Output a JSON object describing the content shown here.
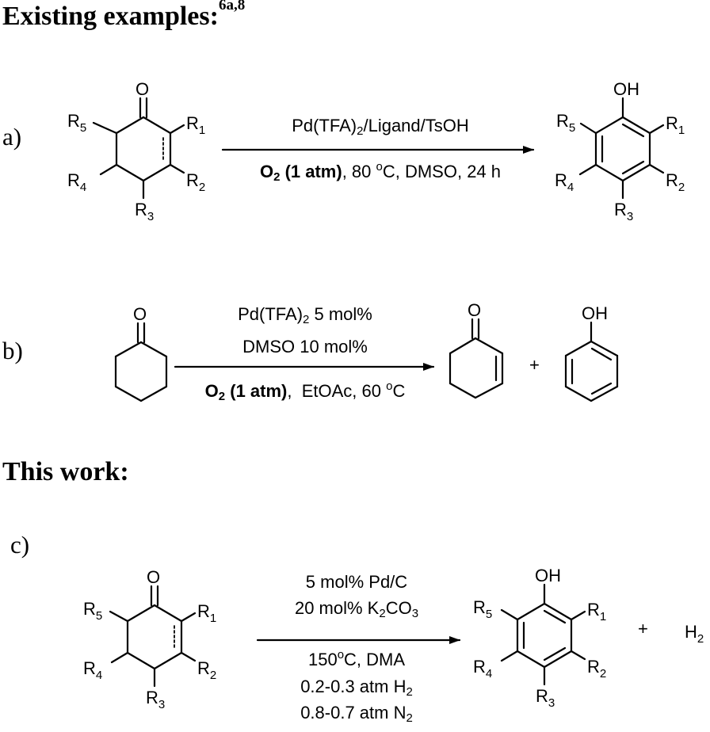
{
  "sections": {
    "existing": {
      "title": "Existing examples:",
      "ref": "6a,8"
    },
    "this_work": {
      "title": "This work:"
    }
  },
  "reactions": {
    "a": {
      "label": "a)",
      "conditions_above": {
        "text1": "Pd(TFA)",
        "sub1": "2",
        "text2": "/Ligand/TsOH"
      },
      "conditions_below": {
        "bold_text": "O",
        "bold_sub": "2",
        "bold_text2": " (1 atm)",
        "text": ", 80 ",
        "deg": "o",
        "text2": "C, DMSO, 24 h"
      },
      "reactant": {
        "name": "substituted cyclohexanone/cyclohexenone",
        "oxygen": "O",
        "substituents": [
          "R",
          "R",
          "R",
          "R",
          "R"
        ],
        "indices": [
          "1",
          "2",
          "3",
          "4",
          "5"
        ]
      },
      "product": {
        "name": "substituted phenol",
        "hydroxyl": "OH",
        "substituents": [
          "R",
          "R",
          "R",
          "R",
          "R"
        ],
        "indices": [
          "1",
          "2",
          "3",
          "4",
          "5"
        ]
      }
    },
    "b": {
      "label": "b)",
      "conditions_above": [
        {
          "text1": "Pd(TFA)",
          "sub1": "2",
          "text2": " 5 mol%"
        },
        {
          "text1": "DMSO 10 mol%"
        }
      ],
      "conditions_below": {
        "bold_text": "O",
        "bold_sub": "2",
        "bold_text2": " (1 atm)",
        "text": ",  EtOAc, 60 ",
        "deg": "o",
        "text2": "C"
      },
      "reactant": {
        "name": "cyclohexanone",
        "oxygen": "O"
      },
      "products": [
        {
          "name": "cyclohexenone",
          "oxygen": "O"
        },
        {
          "name": "phenol",
          "hydroxyl": "OH"
        }
      ],
      "plus": "+"
    },
    "c": {
      "label": "c)",
      "conditions_above": [
        {
          "text1": "5 mol% Pd/C"
        },
        {
          "text1": "20 mol% K",
          "sub1": "2",
          "text2": "CO",
          "sub2": "3"
        }
      ],
      "conditions_below": [
        {
          "text1": "150",
          "deg": "o",
          "text2": "C, DMA"
        },
        {
          "text1": "0.2-0.3 atm H",
          "sub1": "2"
        },
        {
          "text1": "0.8-0.7 atm N",
          "sub1": "2"
        }
      ],
      "reactant": {
        "name": "substituted cyclohexanone/cyclohexenone",
        "oxygen": "O",
        "substituents": [
          "R",
          "R",
          "R",
          "R",
          "R"
        ],
        "indices": [
          "1",
          "2",
          "3",
          "4",
          "5"
        ]
      },
      "product": {
        "name": "substituted phenol",
        "hydroxyl": "OH",
        "substituents": [
          "R",
          "R",
          "R",
          "R",
          "R"
        ],
        "indices": [
          "1",
          "2",
          "3",
          "4",
          "5"
        ]
      },
      "plus": "+",
      "byproduct": {
        "text": "H",
        "sub": "2"
      }
    }
  }
}
